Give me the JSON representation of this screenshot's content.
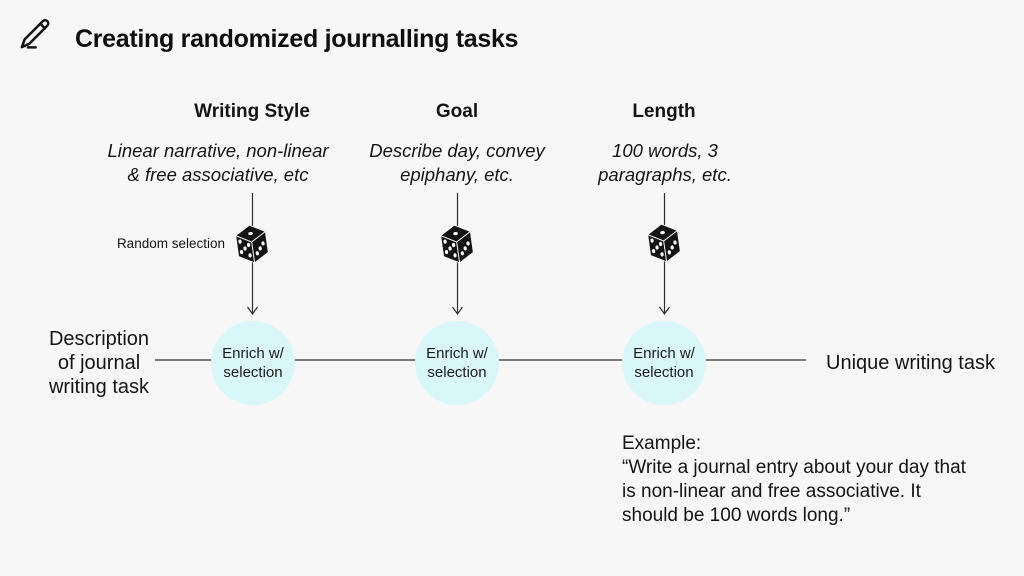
{
  "colors": {
    "background": "#f7f7f7",
    "node_fill": "#d9f6f9",
    "text": "#141414",
    "line": "#2e2e2e"
  },
  "header": {
    "title": "Creating randomized journalling tasks",
    "icon": "pencil-icon"
  },
  "columns": [
    {
      "label": "Writing Style",
      "description": "Linear narrative, non-linear\n& free associative, etc"
    },
    {
      "label": "Goal",
      "description": "Describe day, convey\nepiphany, etc."
    },
    {
      "label": "Length",
      "description": "100 words, 3\nparagraphs, etc."
    }
  ],
  "random_selection_label": "Random selection",
  "dice_icon": "dice-icon",
  "enrich_node_label": "Enrich w/\nselection",
  "flow": {
    "input_label": "Description\nof journal\nwriting task",
    "output_label": "Unique writing task"
  },
  "example": {
    "heading": "Example:",
    "body": "“Write a journal entry about your day that\nis non-linear and free associative. It\nshould be 100 words long.”"
  }
}
